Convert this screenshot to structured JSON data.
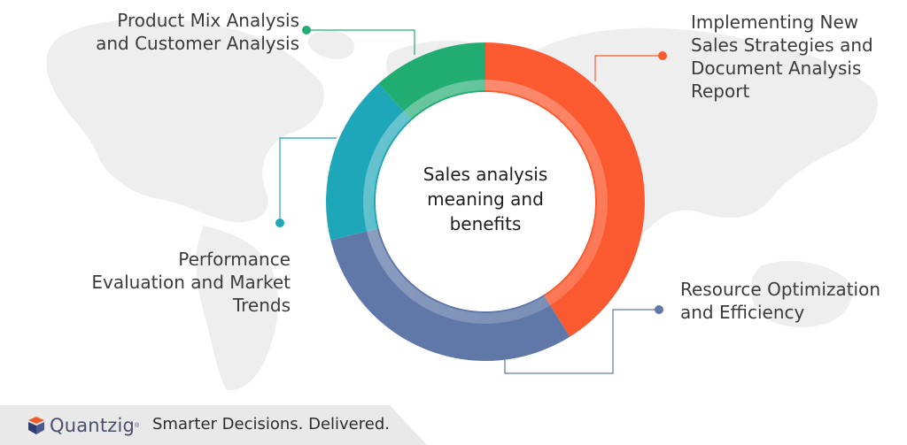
{
  "center": {
    "lines": [
      "Sales analysis",
      "meaning and",
      "benefits"
    ]
  },
  "segments": [
    {
      "name": "top-right",
      "color": "#fb5a31",
      "label_lines": [
        "Implementing New",
        "Sales Strategies and",
        "Document Analysis",
        "Report"
      ]
    },
    {
      "name": "bottom-right",
      "color": "#5f78a7",
      "label_lines": [
        "Resource Optimization",
        "and Efficiency"
      ]
    },
    {
      "name": "left",
      "color": "#1ea7b8",
      "label_lines": [
        "Performance",
        "Evaluation and Market",
        "Trends"
      ]
    },
    {
      "name": "top-left",
      "color": "#21ac72",
      "label_lines": [
        "Product Mix Analysis",
        "and Customer Analysis"
      ]
    }
  ],
  "footer": {
    "brand": "Quantzig",
    "trademark": "®",
    "tagline": "Smarter Decisions. Delivered."
  }
}
